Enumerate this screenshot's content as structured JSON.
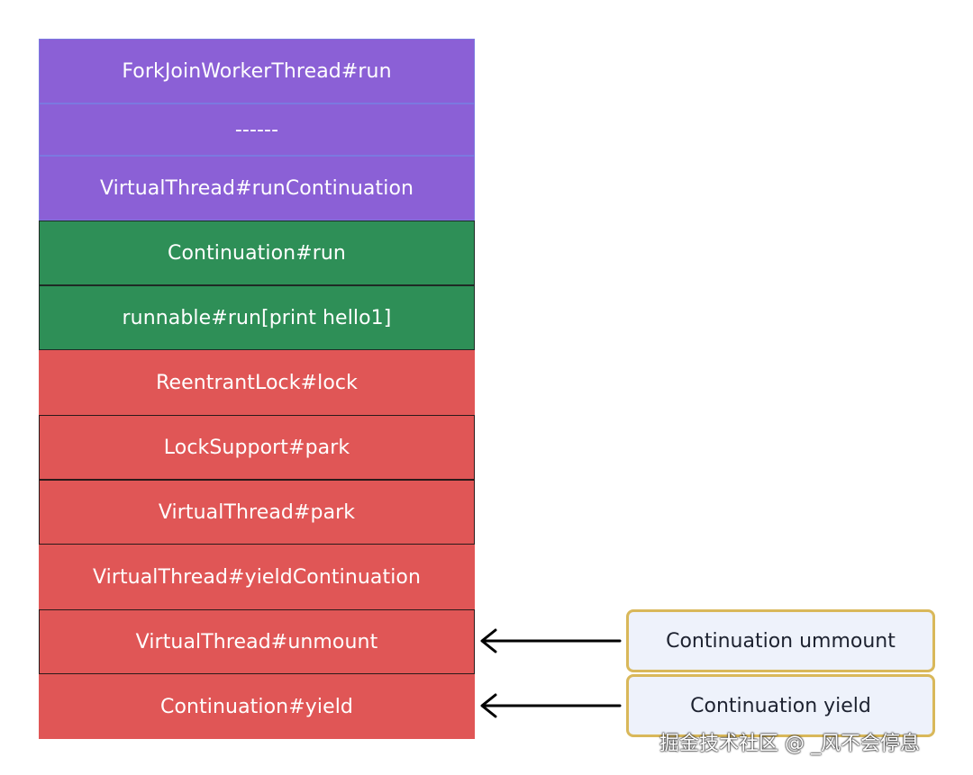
{
  "frames": [
    {
      "label": "ForkJoinWorkerThread#run",
      "color": "purple"
    },
    {
      "label": "------",
      "color": "purple"
    },
    {
      "label": "VirtualThread#runContinuation",
      "color": "purple"
    },
    {
      "label": "Continuation#run",
      "color": "green"
    },
    {
      "label": "runnable#run[print hello1]",
      "color": "green"
    },
    {
      "label": "ReentrantLock#lock",
      "color": "red"
    },
    {
      "label": "LockSupport#park",
      "color": "red"
    },
    {
      "label": "VirtualThread#park",
      "color": "red"
    },
    {
      "label": "VirtualThread#yieldContinuation",
      "color": "red"
    },
    {
      "label": "VirtualThread#unmount",
      "color": "red"
    },
    {
      "label": "Continuation#yield",
      "color": "red"
    }
  ],
  "callouts": [
    {
      "label": "Continuation ummount",
      "target": "VirtualThread#unmount"
    },
    {
      "label": "Continuation yield",
      "target": "Continuation#yield"
    }
  ],
  "colors": {
    "purple": "#8b60d6",
    "green": "#2e8f57",
    "red": "#e05656",
    "callout_border": "#d9b85a",
    "callout_fill": "#eef2fb"
  },
  "watermark": "掘金技术社区 @ _风不会停息"
}
